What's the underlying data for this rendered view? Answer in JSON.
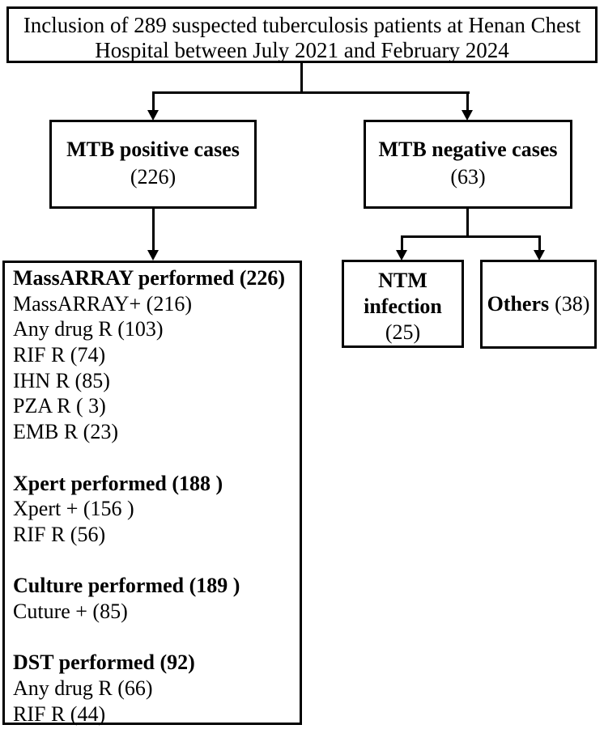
{
  "colors": {
    "background": "#ffffff",
    "line": "#000000",
    "text": "#000000"
  },
  "title_box": {
    "line1": "Inclusion of 289 suspected tuberculosis patients at Henan Chest",
    "line2": "Hospital between July 2021 and February 2024"
  },
  "positive_box": {
    "label": "MTB positive cases",
    "count": "(226)"
  },
  "negative_box": {
    "label": "MTB negative cases",
    "count": "(63)"
  },
  "detail_box": {
    "lines": [
      {
        "text": "MassARRAY performed (226)",
        "bold": true
      },
      {
        "text": "MassARRAY+ (216)",
        "bold": false
      },
      {
        "text": "Any drug R (103)",
        "bold": false
      },
      {
        "text": "RIF R (74)",
        "bold": false
      },
      {
        "text": "IHN R (85)",
        "bold": false
      },
      {
        "text": "PZA R ( 3)",
        "bold": false
      },
      {
        "text": "EMB R (23)",
        "bold": false
      },
      {
        "text": "",
        "bold": false
      },
      {
        "text": "Xpert performed (188 )",
        "bold": true
      },
      {
        "text": "Xpert + (156 )",
        "bold": false
      },
      {
        "text": "RIF R (56)",
        "bold": false
      },
      {
        "text": "",
        "bold": false
      },
      {
        "text": "Culture performed (189 )",
        "bold": true
      },
      {
        "text": "Cuture + (85)",
        "bold": false
      },
      {
        "text": "",
        "bold": false
      },
      {
        "text": "DST performed (92)",
        "bold": true
      },
      {
        "text": "Any drug R (66)",
        "bold": false
      },
      {
        "text": "RIF R (44)",
        "bold": false
      }
    ]
  },
  "ntm_box": {
    "line1": "NTM",
    "line2": "infection",
    "count": "(25)"
  },
  "others_box": {
    "label": "Others",
    "count": "(38)"
  }
}
